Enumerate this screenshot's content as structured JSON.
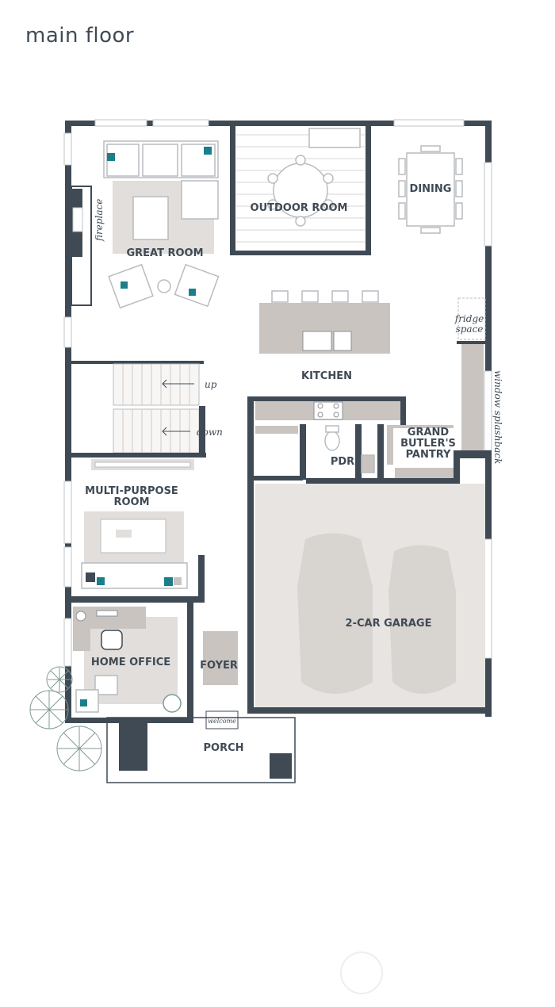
{
  "page": {
    "title": "main floor"
  },
  "rooms": {
    "great_room": "GREAT ROOM",
    "outdoor_room": "OUTDOOR ROOM",
    "dining": "DINING",
    "kitchen": "KITCHEN",
    "grand_butlers_pantry_line1": "GRAND",
    "grand_butlers_pantry_line2": "BUTLER'S",
    "grand_butlers_pantry_line3": "PANTRY",
    "pdr": "PDR",
    "multi_purpose_line1": "MULTI-PURPOSE",
    "multi_purpose_line2": "ROOM",
    "garage": "2-CAR GARAGE",
    "home_office": "HOME OFFICE",
    "foyer": "FOYER",
    "porch": "PORCH"
  },
  "notes": {
    "fireplace": "fireplace",
    "up": "up",
    "down": "down",
    "fridge_line1": "fridge",
    "fridge_line2": "space",
    "window_splashback": "window splashback",
    "welcome": "welcome"
  },
  "colors": {
    "wall": "#3f4a55",
    "garage_floor": "#e7e4e1",
    "car": "#d8d4d0",
    "counter": "#c9c4bf",
    "accent": "#1a7f8a",
    "plant": "#7f9b94"
  },
  "icons": {
    "home_button": "home-button-circle"
  }
}
